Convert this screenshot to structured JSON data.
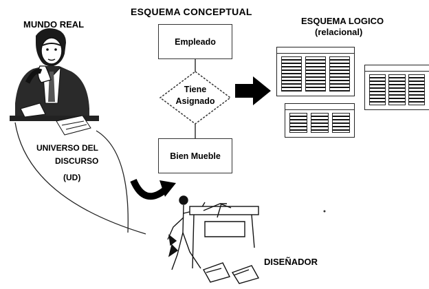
{
  "labels": {
    "mundo_real": "MUNDO REAL",
    "esquema_conceptual": "ESQUEMA  CONCEPTUAL",
    "esquema_logico": "ESQUEMA LOGICO",
    "esquema_logico_sub": "(relacional)",
    "universo_line1": "UNIVERSO DEL",
    "universo_line2": "DISCURSO",
    "universo_abbr": "(UD)",
    "disenador": "DISEÑADOR"
  },
  "conceptual_schema": {
    "entity_top": "Empleado",
    "relationship_line1": "Tiene",
    "relationship_line2": "Asignado",
    "entity_bottom": "Bien Mueble"
  },
  "logical_schema": {
    "tables": 3
  },
  "icons": {
    "person": "businessman-at-desk-illustration",
    "designer": "designer-sketch-illustration",
    "arrow_right": "black-arrow-right-icon",
    "arrow_curved": "curved-arrow-icon"
  }
}
